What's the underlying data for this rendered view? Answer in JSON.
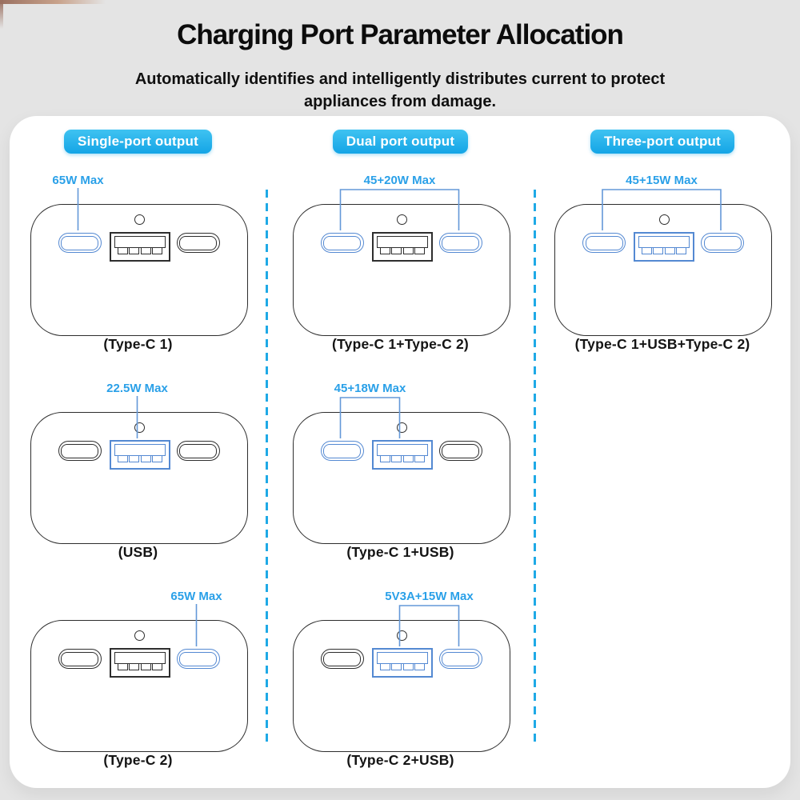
{
  "title": "Charging Port Parameter Allocation",
  "subtitle_lines": [
    "Automatically identifies and intelligently distributes current to protect",
    "appliances from damage."
  ],
  "columns": [
    {
      "id": "single-port",
      "badge": "Single-port output",
      "devices": [
        {
          "label": "65W Max",
          "caption": "(Type-C 1)",
          "highlight": [
            "typec1"
          ]
        },
        {
          "label": "22.5W Max",
          "caption": "(USB)",
          "highlight": [
            "usb"
          ]
        },
        {
          "label": "65W Max",
          "caption": "(Type-C 2)",
          "highlight": [
            "typec2"
          ]
        }
      ]
    },
    {
      "id": "dual-port",
      "badge": "Dual port output",
      "devices": [
        {
          "label": "45+20W Max",
          "caption": "(Type-C 1+Type-C 2)",
          "highlight": [
            "typec1",
            "typec2"
          ]
        },
        {
          "label": "45+18W Max",
          "caption": "(Type-C 1+USB)",
          "highlight": [
            "typec1",
            "usb"
          ]
        },
        {
          "label": "5V3A+15W Max",
          "caption": "(Type-C 2+USB)",
          "highlight": [
            "usb",
            "typec2"
          ]
        }
      ]
    },
    {
      "id": "three-port",
      "badge": "Three-port output",
      "devices": [
        {
          "label": "45+15W Max",
          "caption": "(Type-C 1+USB+Type-C 2)",
          "highlight": [
            "typec1",
            "usb",
            "typec2"
          ]
        }
      ]
    }
  ],
  "port_names": {
    "typec1": "Type-C 1",
    "usb": "USB",
    "typec2": "Type-C 2"
  },
  "colors": {
    "background": "#e4e4e4",
    "card": "#ffffff",
    "badge_top": "#3fc3f1",
    "badge_bottom": "#14a5e6",
    "label_text": "#2aa0e8",
    "connector": "#6498d8",
    "port_highlight": "#5489d2",
    "outline": "#2e2e2e",
    "divider": "#1fa9e6",
    "corner_decoration": "#9a7060"
  }
}
